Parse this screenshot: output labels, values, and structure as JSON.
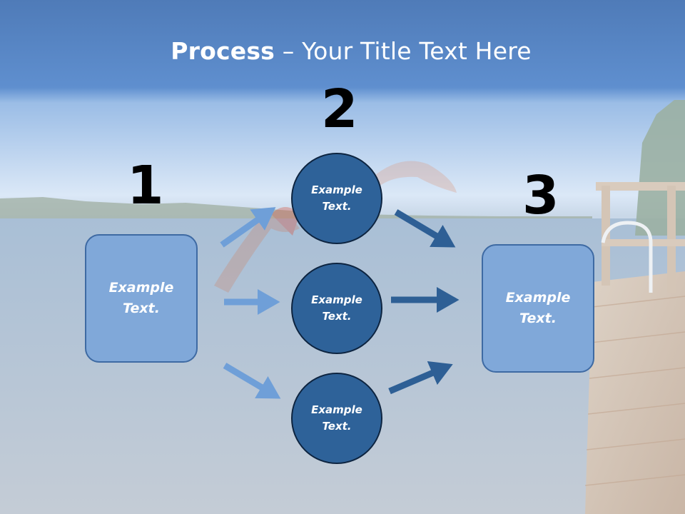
{
  "slide": {
    "title_bold": "Process",
    "title_rest": " – Your Title Text Here",
    "step_numbers": [
      "1",
      "2",
      "3"
    ],
    "left_box": "Example\nText.",
    "right_box": "Example\nText.",
    "circles": [
      "Example\nText.",
      "Example\nText.",
      "Example\nText."
    ]
  },
  "colors": {
    "box_fill": "#80a8d9",
    "circle_fill": "#2e6299",
    "arrow_light": "#6f9fd8",
    "arrow_dark": "#2e5f95",
    "header": "#4f81bd"
  }
}
